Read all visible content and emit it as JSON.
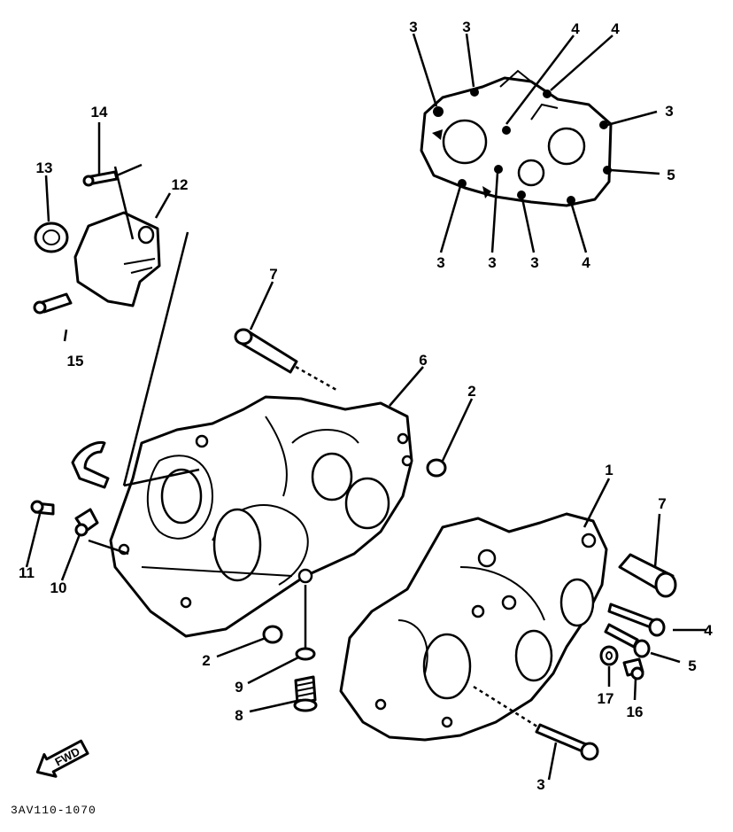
{
  "callouts": {
    "c1": "1",
    "c2a": "2",
    "c2b": "2",
    "c3_top1": "3",
    "c3_top2": "3",
    "c3_top3": "3",
    "c3_top4": "3",
    "c3_top5": "3",
    "c3_top6": "3",
    "c3_bottom": "3",
    "c4_top1": "4",
    "c4_top2": "4",
    "c4_top3": "4",
    "c4_right": "4",
    "c5_top": "5",
    "c5_right": "5",
    "c6": "6",
    "c7a": "7",
    "c7b": "7",
    "c8": "8",
    "c9": "9",
    "c10": "10",
    "c11": "11",
    "c12": "12",
    "c13": "13",
    "c14": "14",
    "c15": "15",
    "c16": "16",
    "c17": "17"
  },
  "direction_label": "FWD",
  "diagram_code": "3AV110-1070"
}
